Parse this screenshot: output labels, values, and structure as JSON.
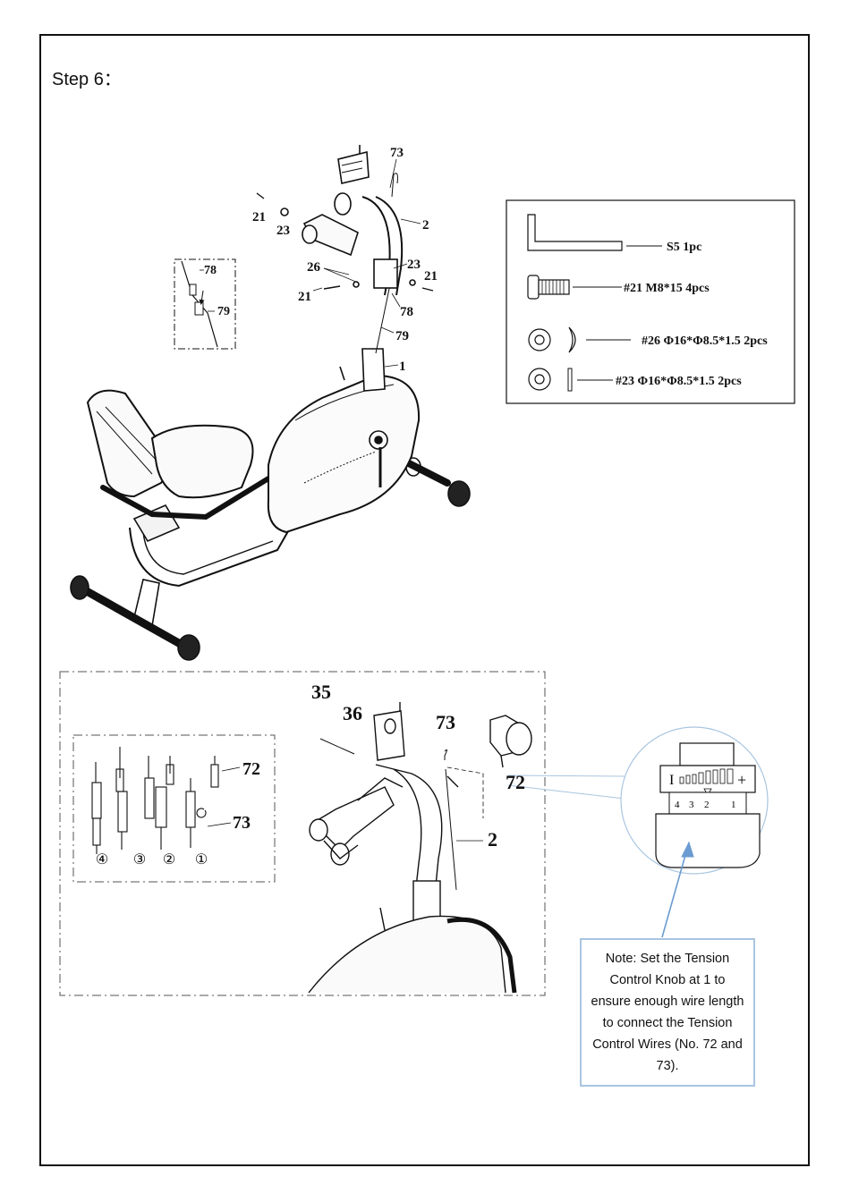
{
  "step": {
    "title": "Step 6："
  },
  "main_labels": {
    "p73": "73",
    "p21a": "21",
    "p23a": "23",
    "p2": "2",
    "p26": "26",
    "p23b": "23",
    "p21b": "21",
    "p21c": "21",
    "p78": "78",
    "p79": "79",
    "p1": "1",
    "inset78": "78",
    "inset79": "79"
  },
  "hardware": [
    {
      "id": "s5",
      "text": "S5 1pc",
      "icon": "allen-key"
    },
    {
      "id": "b21",
      "text": "#21 M8*15 4pcs",
      "icon": "bolt"
    },
    {
      "id": "w26",
      "text": "#26 Φ16*Φ8.5*1.5 2pcs",
      "icon": "curved-washer"
    },
    {
      "id": "w23",
      "text": "#23 Φ16*Φ8.5*1.5 2pcs",
      "icon": "flat-washer"
    }
  ],
  "detail_labels": {
    "p35": "35",
    "p36": "36",
    "p73": "73",
    "p72": "72",
    "p2": "2",
    "wire72": "72",
    "wire73": "73",
    "seq": [
      "④",
      "③",
      "②",
      "①"
    ]
  },
  "knob": {
    "minus": "I",
    "plus": "+",
    "scale": [
      "4",
      "3",
      "2",
      "1"
    ]
  },
  "note": {
    "text": "Note: Set the Tension Control Knob at 1 to ensure enough wire length to connect the Tension Control Wires (No. 72 and 73)."
  }
}
